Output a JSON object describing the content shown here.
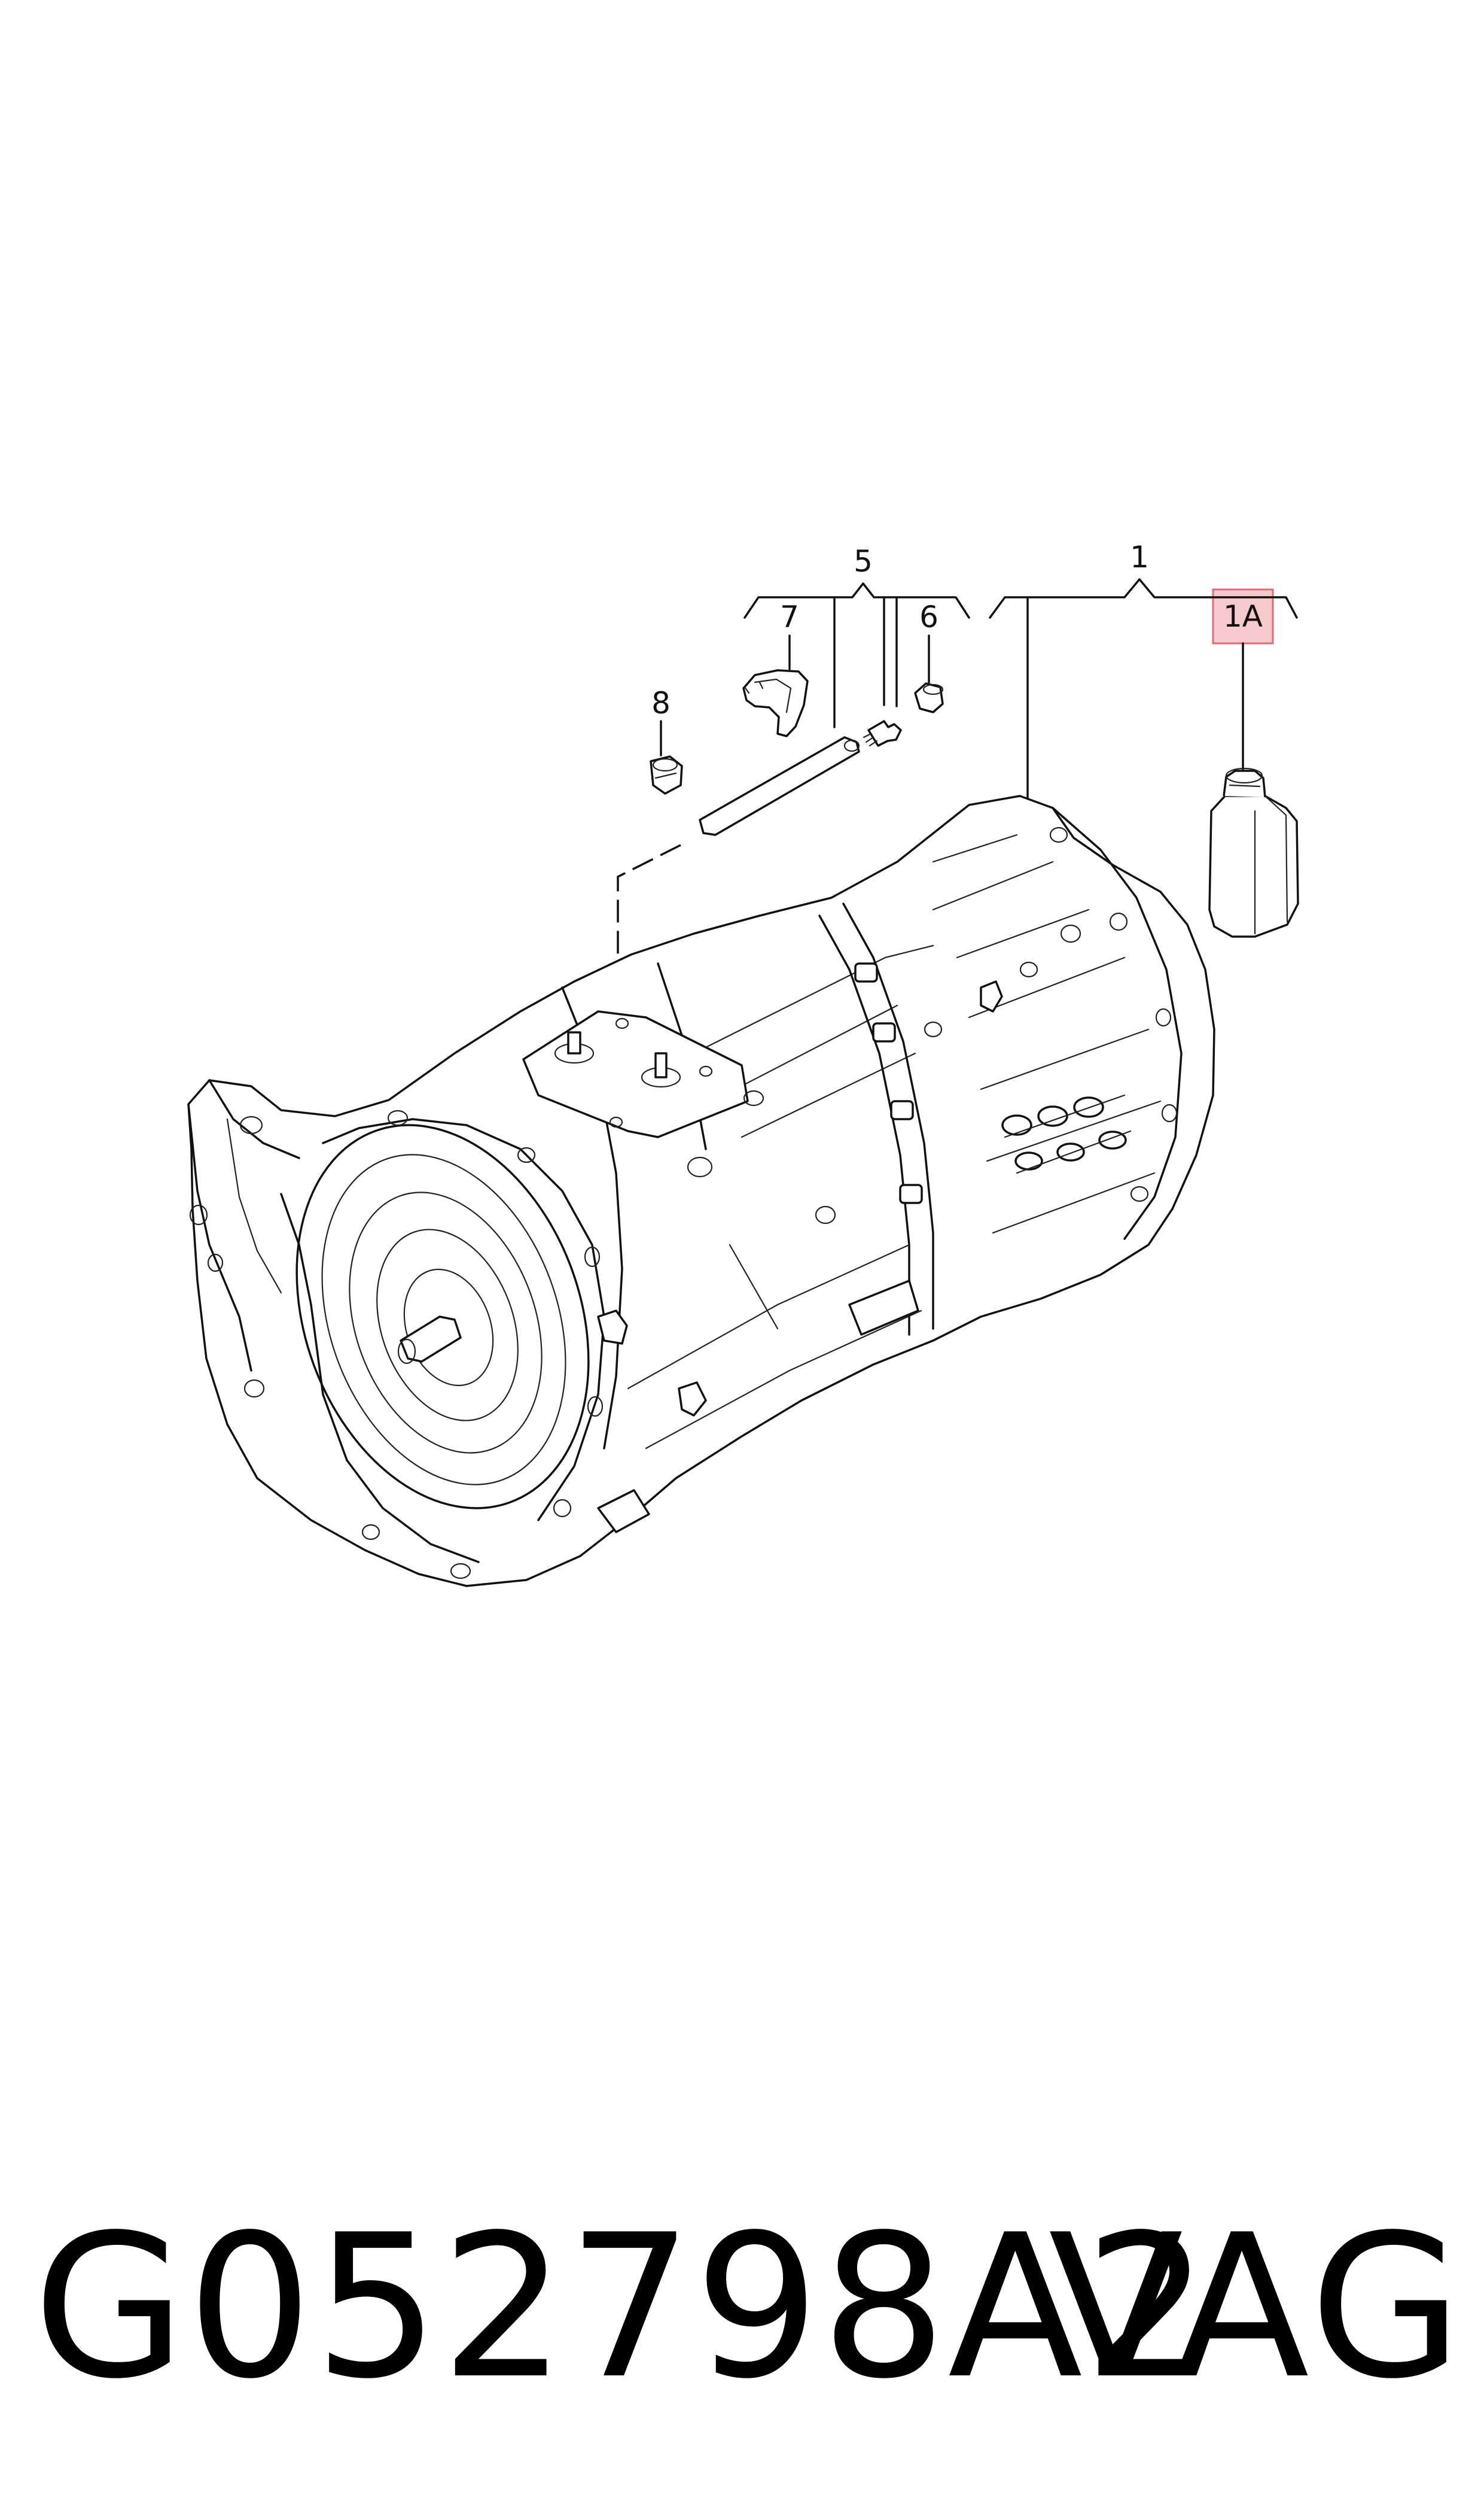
{
  "callouts": {
    "c1": "1",
    "c1a": "1A",
    "c5": "5",
    "c6": "6",
    "c7": "7",
    "c8": "8"
  },
  "footer": {
    "part_number": "G052798A2",
    "brand": "VAG"
  },
  "colors": {
    "highlight_fill": "#f6c9cc",
    "highlight_stroke": "#e06a76",
    "line": "#111111"
  },
  "icons": {
    "transmission": "gearbox-assembly-drawing",
    "oil_bottle": "oil-bottle-drawing"
  }
}
